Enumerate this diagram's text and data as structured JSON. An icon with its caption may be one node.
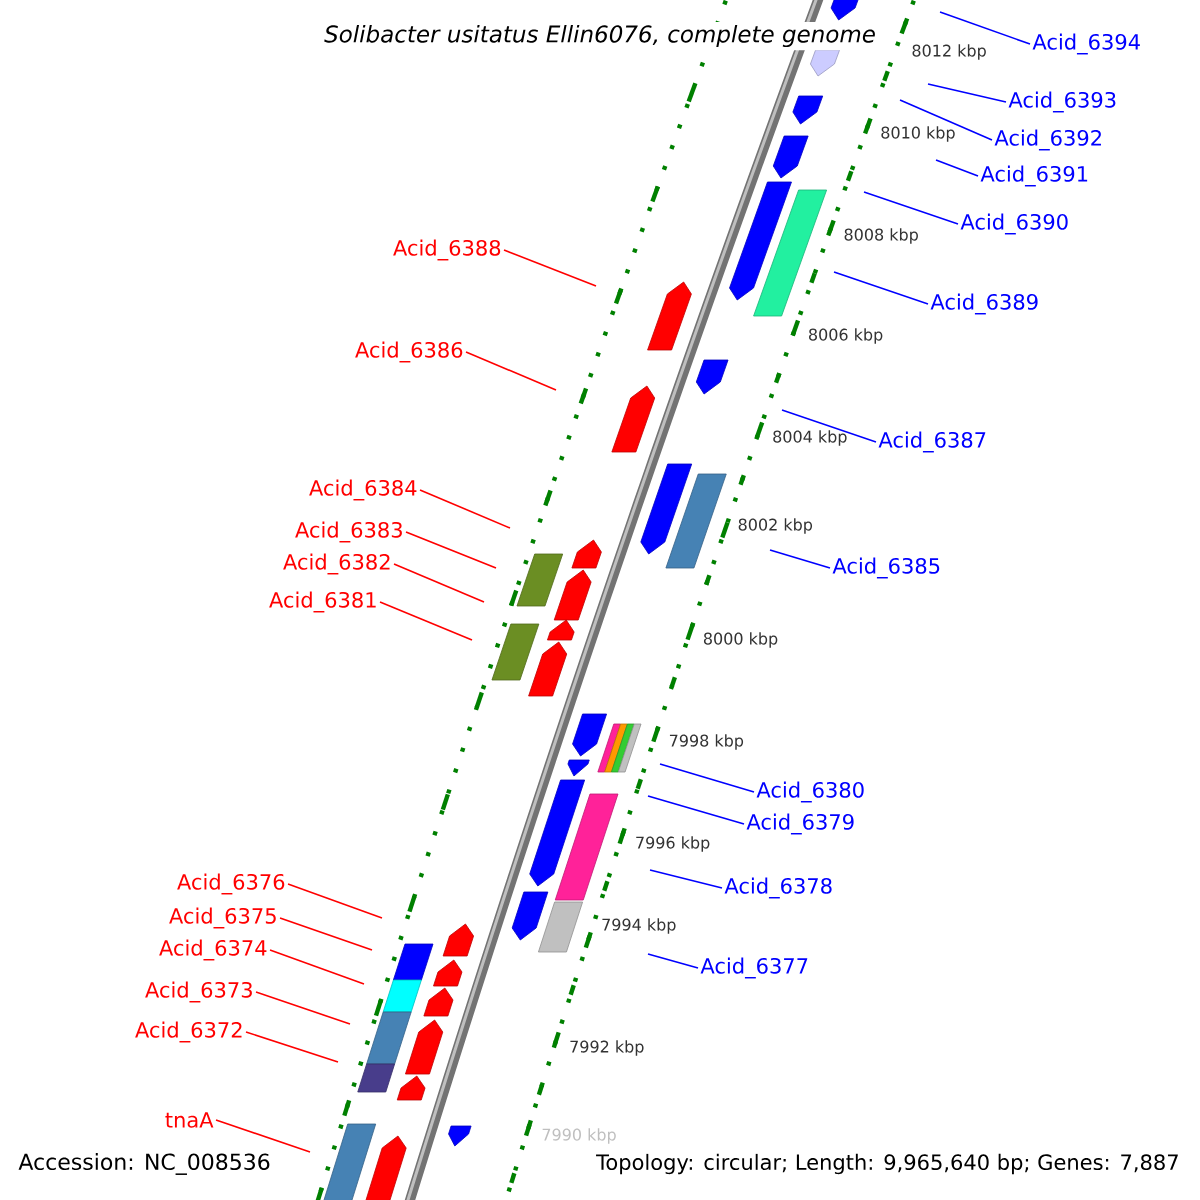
{
  "diagram": {
    "title": "Solibacter usitatus Ellin6076, complete genome",
    "nodes": [
      {
        "text": [
          "Acid_6394"
        ]
      },
      {
        "text": [
          "Acid_6393"
        ]
      },
      {
        "text": [
          "Acid_6392"
        ]
      },
      {
        "text": [
          "Acid_6391"
        ]
      },
      {
        "text": [
          "Acid_6390"
        ]
      },
      {
        "text": [
          "Acid_6388"
        ]
      },
      {
        "text": [
          "Acid_6389"
        ]
      },
      {
        "text": [
          "Acid_6386"
        ]
      },
      {
        "text": [
          "Acid_6387"
        ]
      },
      {
        "text": [
          "Acid_6384"
        ]
      },
      {
        "text": [
          "Acid_6383"
        ]
      },
      {
        "text": [
          "Acid_6382"
        ]
      },
      {
        "text": [
          "Acid_6385"
        ]
      },
      {
        "text": [
          "Acid_6381"
        ]
      },
      {
        "text": [
          "Acid_6380"
        ]
      },
      {
        "text": [
          "Acid_6379"
        ]
      },
      {
        "text": [
          "Acid_6376"
        ]
      },
      {
        "text": [
          "Acid_6378"
        ]
      },
      {
        "text": [
          "Acid_6375"
        ]
      },
      {
        "text": [
          "Acid_6374"
        ]
      },
      {
        "text": [
          "Acid_6377"
        ]
      },
      {
        "text": [
          "Acid_6373"
        ]
      },
      {
        "text": [
          "Acid_6372"
        ]
      },
      {
        "text": [
          "tnaA"
        ]
      }
    ],
    "edges": [
      {
        "from": 0,
        "to": null,
        "arrow": "none"
      },
      {
        "from": 1,
        "to": null,
        "arrow": "none"
      },
      {
        "from": 2,
        "to": null,
        "arrow": "none"
      },
      {
        "from": 3,
        "to": null,
        "arrow": "none"
      },
      {
        "from": 4,
        "to": null,
        "arrow": "none"
      },
      {
        "from": 5,
        "to": null,
        "arrow": "none",
        "color": "#ff0000"
      },
      {
        "from": 6,
        "to": null,
        "arrow": "none"
      },
      {
        "from": 7,
        "to": null,
        "arrow": "none",
        "color": "#ff0000"
      },
      {
        "from": 8,
        "to": null,
        "arrow": "none"
      },
      {
        "from": 9,
        "to": null,
        "arrow": "none",
        "color": "#ff0000"
      },
      {
        "from": 10,
        "to": null,
        "arrow": "none",
        "color": "#ff0000"
      },
      {
        "from": 11,
        "to": null,
        "arrow": "none",
        "color": "#ff0000"
      },
      {
        "from": 12,
        "to": null,
        "arrow": "none"
      },
      {
        "from": 13,
        "to": null,
        "arrow": "none",
        "color": "#ff0000"
      },
      {
        "from": 14,
        "to": null,
        "arrow": "none"
      },
      {
        "from": 15,
        "to": null,
        "arrow": "none"
      },
      {
        "from": 16,
        "to": null,
        "arrow": "none",
        "color": "#ff0000"
      },
      {
        "from": 17,
        "to": null,
        "arrow": "none"
      },
      {
        "from": 18,
        "to": null,
        "arrow": "none",
        "color": "#ff0000"
      },
      {
        "from": 19,
        "to": null,
        "arrow": "none",
        "color": "#ff0000"
      },
      {
        "from": 20,
        "to": null,
        "arrow": "none"
      },
      {
        "from": 21,
        "to": null,
        "arrow": "none",
        "color": "#ff0000"
      },
      {
        "from": 22,
        "to": null,
        "arrow": "none",
        "color": "#ff0000"
      },
      {
        "from": 23,
        "to": null,
        "arrow": "none",
        "color": "#ff0000"
      }
    ],
    "labels": [
      "8012 kbp",
      "8010 kbp",
      "8008 kbp",
      "8006 kbp",
      "8004 kbp",
      "8002 kbp",
      "8000 kbp",
      "7998 kbp",
      "7996 kbp",
      "7994 kbp",
      "7992 kbp",
      "7990 kbp",
      "Accession: NC_008536",
      "Topology: circular; Length: 9,965,640 bp; Genes: 7,887"
    ]
  }
}
